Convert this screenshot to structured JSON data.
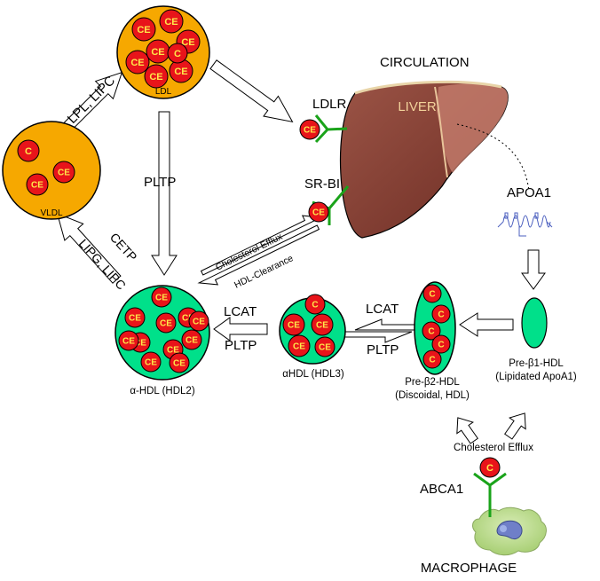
{
  "labels": {
    "circulation": "CIRCULATION",
    "liver": "LIVER",
    "ldl": "LDL",
    "vldl": "VLDL",
    "ldlr": "LDLR",
    "srbi": "SR-BI",
    "apoa1": "APOA1",
    "pltp_vertical": "PLTP",
    "lpl_lipc": "LPL, LIPC",
    "cetp": "CETP",
    "lipg_lipc": "LIPG, LIPC",
    "cholesterol_efflux_top": "Cholesterol Efflux",
    "hdl_clearance": "HDL-Clearance",
    "lcat_left": "LCAT",
    "pltp_left": "PLTP",
    "lcat_right": "LCAT",
    "pltp_right": "PLTP",
    "alpha_hdl2": "α-HDL (HDL2)",
    "alpha_hdl3": "αHDL (HDL3)",
    "pre_beta2_line1": "Pre-β2-HDL",
    "pre_beta2_line2": "(Discoidal, HDL)",
    "pre_beta1_line1": "Pre-β1-HDL",
    "pre_beta1_line2": "(Lipidated ApoA1)",
    "cholesterol_efflux_bottom": "Cholesterol Efflux",
    "abca1": "ABCA1",
    "macrophage": "MACROPHAGE"
  },
  "particle_text": {
    "ce": "CE",
    "c": "C"
  },
  "colors": {
    "lipoprotein_orange": "#f6a800",
    "hdl_green": "#00e08a",
    "cholesterol_red": "#e8141a",
    "receptor_green": "#1aa31a",
    "liver_brown": "#8a4438",
    "liver_text": "#f2d29a",
    "macrophage_green": "#b9d98a",
    "apoa1_blue": "#4b5fbf"
  }
}
